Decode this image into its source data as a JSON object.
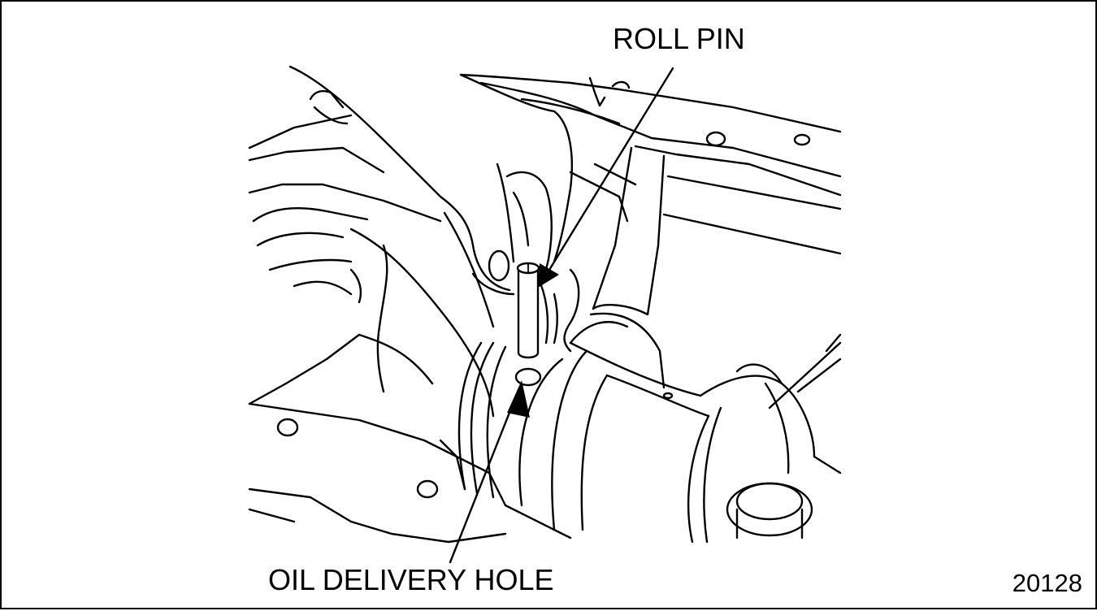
{
  "labels": {
    "roll_pin": "ROLL PIN",
    "oil_delivery_hole": "OIL DELIVERY HOLE",
    "figure_number": "20128"
  },
  "colors": {
    "ink": "#000000",
    "paper": "#ffffff"
  }
}
